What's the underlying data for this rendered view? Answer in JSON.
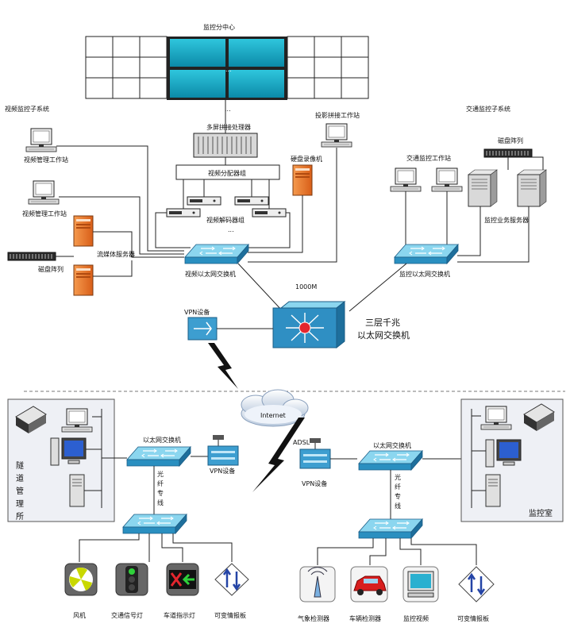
{
  "colors": {
    "screen": "#1aa9c4",
    "switch_top": "#7fd3ee",
    "switch_side": "#2a90bf",
    "server_orange": "#ee7a2c",
    "box_bg": "#eef0f5",
    "dashed": "#777777"
  },
  "top": {
    "center_title": "监控分中心",
    "video_subsystem": "视频监控子系统",
    "traffic_subsystem": "交通监控子系统",
    "splicer": "多屏拼接处理器",
    "projection_ws": "投影拼接工作站",
    "video_mgmt_ws_1": "视频管理工作站",
    "video_mgmt_ws_2": "视频管理工作站",
    "video_distributor": "视频分配器组",
    "dvr": "硬盘录像机",
    "decoder": "视频解码器组",
    "streaming_server": "流媒体服务器",
    "disk_array_left": "磁盘阵列",
    "disk_array_right": "磁盘阵列",
    "traffic_ws": "交通监控工作站",
    "service_server": "监控业务服务器",
    "video_switch": "视频以太网交换机",
    "monitor_switch": "监控以太网交换机",
    "link_speed": "1000M",
    "core_switch_line1": "三层千兆",
    "core_switch_line2": "以太网交换机",
    "vpn_top": "VPN设备",
    "ellipsis_1": "...",
    "ellipsis_2": "...",
    "ellipsis_3": "..."
  },
  "bottom": {
    "internet": "Internet",
    "adsl": "ADSL",
    "tunnel_office": [
      "隧",
      "道",
      "管",
      "理",
      "所"
    ],
    "monitor_room": "监控室",
    "left_switch": "以太网交换机",
    "right_switch": "以太网交换机",
    "left_vpn": "VPN设备",
    "right_vpn": "VPN设备",
    "fiber_left": [
      "光",
      "纤",
      "专",
      "线"
    ],
    "fiber_right": [
      "光",
      "纤",
      "专",
      "线"
    ],
    "left_devices": [
      {
        "label": "风机",
        "icon": "fan-icon"
      },
      {
        "label": "交通信号灯",
        "icon": "traffic-light-icon"
      },
      {
        "label": "车道指示灯",
        "icon": "lane-indicator-icon"
      },
      {
        "label": "可变情报板",
        "icon": "variable-sign-icon"
      }
    ],
    "right_devices": [
      {
        "label": "气象检测器",
        "icon": "weather-sensor-icon"
      },
      {
        "label": "车辆检测器",
        "icon": "car-icon"
      },
      {
        "label": "监控视频",
        "icon": "monitor-icon"
      },
      {
        "label": "可变情报板",
        "icon": "variable-sign-icon"
      }
    ]
  }
}
